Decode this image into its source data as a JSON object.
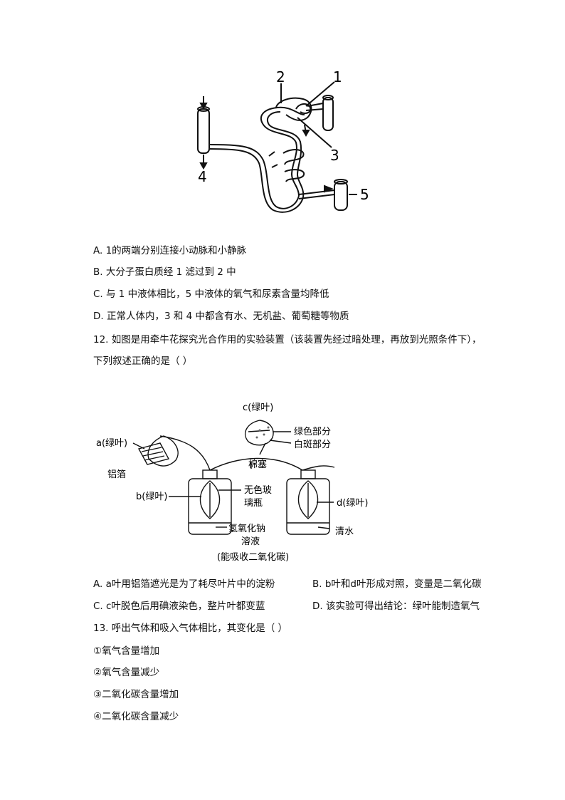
{
  "fig1": {
    "labels": {
      "l1": "1",
      "l2": "2",
      "l3": "3",
      "l4": "4",
      "l5": "5"
    }
  },
  "q11": {
    "options": {
      "A": "A. 1的两端分别连接小动脉和小静脉",
      "B": "B. 大分子蛋白质经 1 滤过到 2 中",
      "C": "C. 与 1 中液体相比，5 中液体的氧气和尿素含量均降低",
      "D": "D. 正常人体内，3 和 4 中都含有水、无机盐、葡萄糖等物质"
    }
  },
  "q12": {
    "stem_line1": "12.   如图是用牵牛花探究光合作用的实验装置（该装置先经过暗处理，再放到光照条件下），",
    "stem_line2": "下列叙述正确的是（        ）",
    "figure": {
      "c_label": "c(绿叶)",
      "green_part": "绿色部分",
      "white_part": "白斑部分",
      "a_label": "a(绿叶)",
      "foil": "铝箔",
      "cotton": "棉塞",
      "b_label": "b(绿叶)",
      "bottle1": "无色玻",
      "bottle2": "璃瓶",
      "d_label": "d(绿叶)",
      "naoh1": "氢氧化钠",
      "naoh2": "溶液",
      "water": "清水",
      "absorb": "(能吸收二氧化碳)"
    },
    "options": {
      "A": "A. a叶用铝箔遮光是为了耗尽叶片中的淀粉",
      "B": "B. b叶和d叶形成对照，变量是二氧化碳",
      "C": "C. c叶脱色后用碘液染色，整片叶都变蓝",
      "D": "D. 该实验可得出结论：绿叶能制造氧气"
    }
  },
  "q13": {
    "stem": "13.   呼出气体和吸入气体相比，其变化是（        ）",
    "items": [
      "①氧气含量增加",
      "②氧气含量减少",
      "③二氧化碳含量增加",
      "④二氧化碳含量减少"
    ]
  }
}
